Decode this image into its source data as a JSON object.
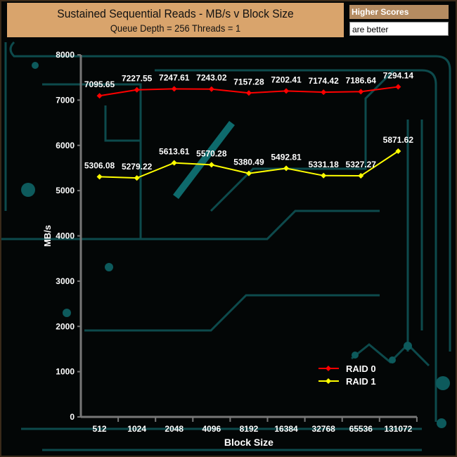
{
  "chart_data": {
    "type": "line",
    "title": "Sustained Sequential Reads - MB/s v Block Size",
    "subtitle": "Queue Depth = 256 Threads = 1",
    "note": [
      "Higher Scores",
      "are better"
    ],
    "xlabel": "Block Size",
    "ylabel": "MB/s",
    "categories": [
      "512",
      "1024",
      "2048",
      "4096",
      "8192",
      "16384",
      "32768",
      "65536",
      "131072"
    ],
    "ylim": [
      0,
      8000
    ],
    "yticks": [
      0,
      1000,
      2000,
      3000,
      4000,
      5000,
      6000,
      7000,
      8000
    ],
    "legend_position": "bottom-right",
    "series": [
      {
        "name": "RAID 0",
        "color": "#ff0000",
        "values": [
          7095.65,
          7227.55,
          7247.61,
          7243.02,
          7157.28,
          7202.41,
          7174.42,
          7186.64,
          7294.14
        ]
      },
      {
        "name": "RAID 1",
        "color": "#ffff00",
        "values": [
          5306.08,
          5279.22,
          5613.61,
          5570.28,
          5380.49,
          5492.81,
          5331.18,
          5327.27,
          5871.62
        ]
      }
    ]
  }
}
